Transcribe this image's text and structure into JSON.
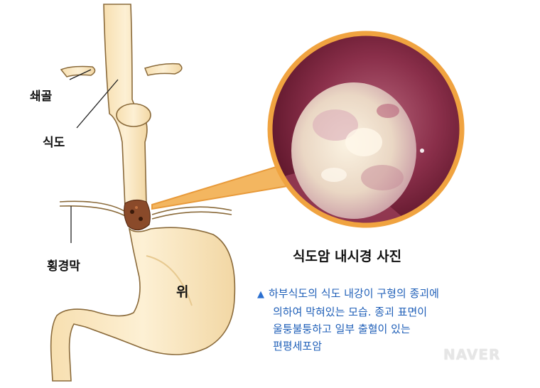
{
  "labels": {
    "clavicle": "쇄골",
    "esophagus": "식도",
    "diaphragm": "횡경막",
    "stomach": "위"
  },
  "photo_caption": "식도암 내시경 사진",
  "description": {
    "marker": "▲",
    "lines": [
      "하부식도의 식도 내강이 구형의 종괴에",
      "의하여 막혀있는 모습. 종괴 표면이",
      "울퉁불퉁하고 일부 출혈이 있는",
      "편평세포암"
    ]
  },
  "watermark": "NAVER",
  "colors": {
    "organ_fill": "#fbe9c2",
    "organ_stroke": "#8a6a3a",
    "callout_ring": "#f0a340",
    "text_blue": "#1f5fb8"
  }
}
